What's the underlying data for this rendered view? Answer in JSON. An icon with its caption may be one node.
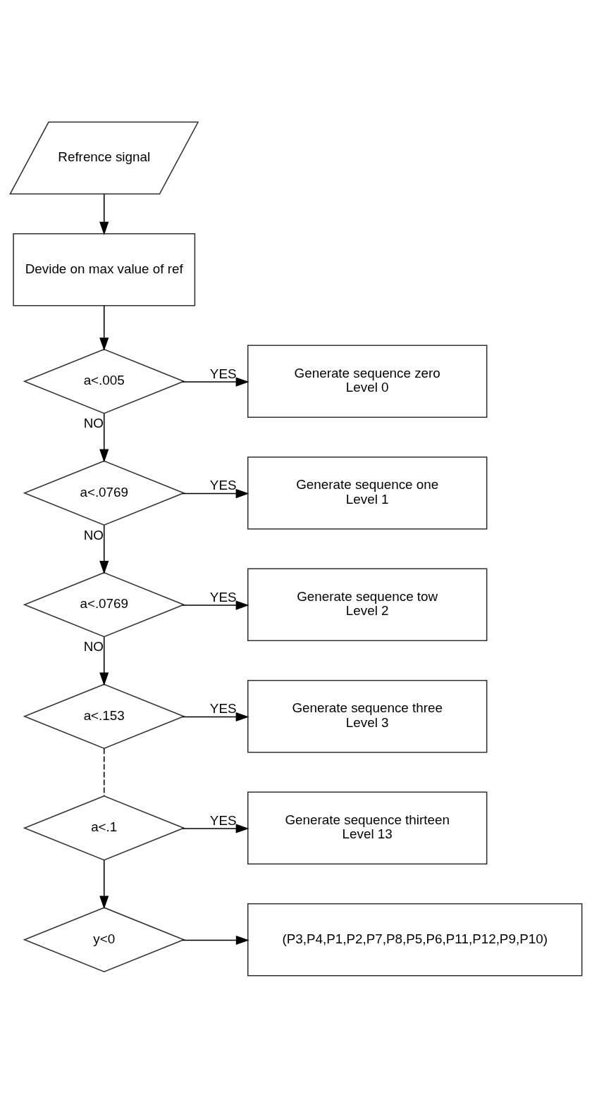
{
  "diagram": {
    "nodes": [
      {
        "text": [
          "Refrence signal"
        ]
      },
      {
        "text": [
          "Devide on max value of ref"
        ]
      },
      {
        "text": [
          "a<.005"
        ]
      },
      {
        "text": [
          "Generate sequence zero",
          "Level 0"
        ]
      },
      {
        "text": [
          "a<.0769"
        ]
      },
      {
        "text": [
          "Generate sequence one",
          "Level 1"
        ]
      },
      {
        "text": [
          "a<.0769"
        ]
      },
      {
        "text": [
          "Generate sequence tow",
          "Level 2"
        ]
      },
      {
        "text": [
          "a<.153"
        ]
      },
      {
        "text": [
          "Generate sequence three",
          "Level 3"
        ]
      },
      {
        "text": [
          "a<.1"
        ]
      },
      {
        "text": [
          "Generate sequence thirteen",
          "Level 13"
        ]
      },
      {
        "text": [
          "y<0"
        ]
      },
      {
        "text": [
          "(P3,P4,P1,P2,P7,P8,P5,P6,P11,P12,P9,P10)"
        ]
      }
    ],
    "edges": [
      {
        "from": 0,
        "to": 1,
        "arrow": "to"
      },
      {
        "from": 1,
        "to": 2,
        "arrow": "to"
      },
      {
        "from": 2,
        "to": 3,
        "arrow": "to",
        "label": "YES"
      },
      {
        "from": 2,
        "to": 4,
        "arrow": "to",
        "label": "NO"
      },
      {
        "from": 4,
        "to": 5,
        "arrow": "to",
        "label": "YES"
      },
      {
        "from": 4,
        "to": 6,
        "arrow": "to",
        "label": "NO"
      },
      {
        "from": 6,
        "to": 7,
        "arrow": "to",
        "label": "YES"
      },
      {
        "from": 6,
        "to": 8,
        "arrow": "to",
        "label": "NO"
      },
      {
        "from": 8,
        "to": 9,
        "arrow": "to",
        "label": "YES"
      },
      {
        "from": 8,
        "to": 10,
        "arrow": "none",
        "style": "dashed"
      },
      {
        "from": 10,
        "to": 11,
        "arrow": "to",
        "label": "YES"
      },
      {
        "from": 10,
        "to": 12,
        "arrow": "to"
      },
      {
        "from": 12,
        "to": 13,
        "arrow": "to"
      }
    ]
  }
}
